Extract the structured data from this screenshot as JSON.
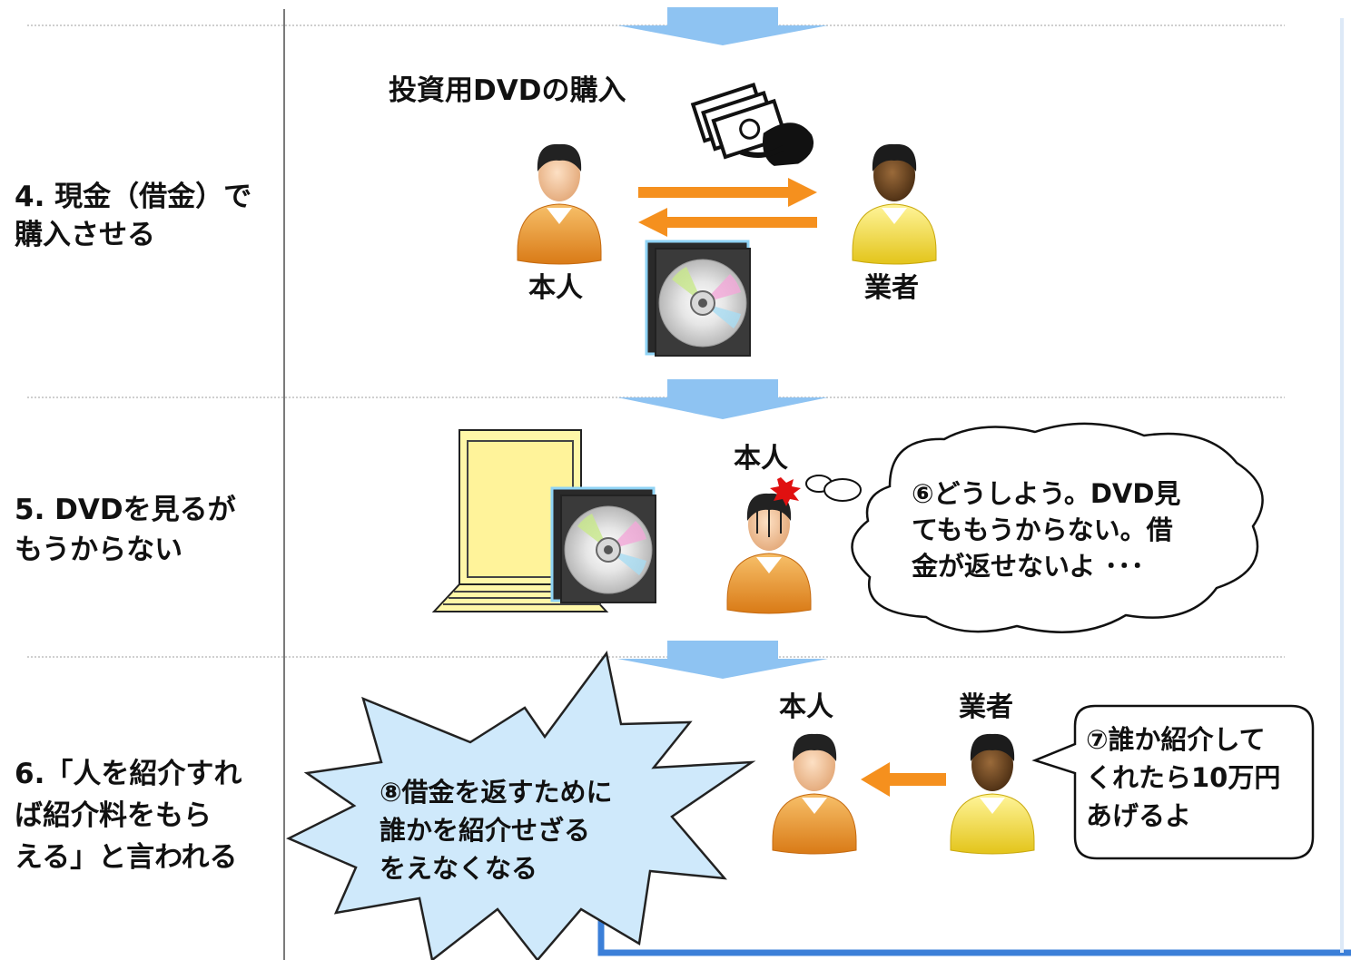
{
  "steps": [
    {
      "label": "4. 現金（借金）で\n購入させる"
    },
    {
      "label": "5. DVDを見るが\nもうからない"
    },
    {
      "label": "6.「人を紹介すれ\nば紹介料をもら\nえる」と言われる"
    }
  ],
  "scene1": {
    "caption": "投資用DVDの購入",
    "person_label": "本人",
    "vendor_label": "業者"
  },
  "scene2": {
    "person_label": "本人",
    "thought_line1": "⑥どうしよう。DVD見",
    "thought_line2": "てももうからない。借",
    "thought_line3": "金が返せないよ ･･･"
  },
  "scene3": {
    "person_label": "本人",
    "vendor_label": "業者",
    "speech_line1": "⑦誰か紹介して",
    "speech_line2": "くれたら10万円",
    "speech_line3": "あげるよ",
    "burst_line1": "⑧借金を返すために",
    "burst_line2": "誰かを紹介せざる",
    "burst_line3": "をえなくなる"
  },
  "colors": {
    "flow_arrow": "#8ec3f2",
    "exchange_arrow": "#f5901e",
    "person_body": "#f0a030",
    "vendor_body": "#f5e23a",
    "burst_fill": "#cfe9fb",
    "laptop": "#fff7a8",
    "blue_line": "#3b7fd8"
  },
  "icons": [
    "person-icon",
    "vendor-icon",
    "money-hand-icon",
    "dvd-case-icon",
    "laptop-icon",
    "stress-mark-icon",
    "thought-cloud",
    "speech-bubble",
    "burst-shape"
  ]
}
